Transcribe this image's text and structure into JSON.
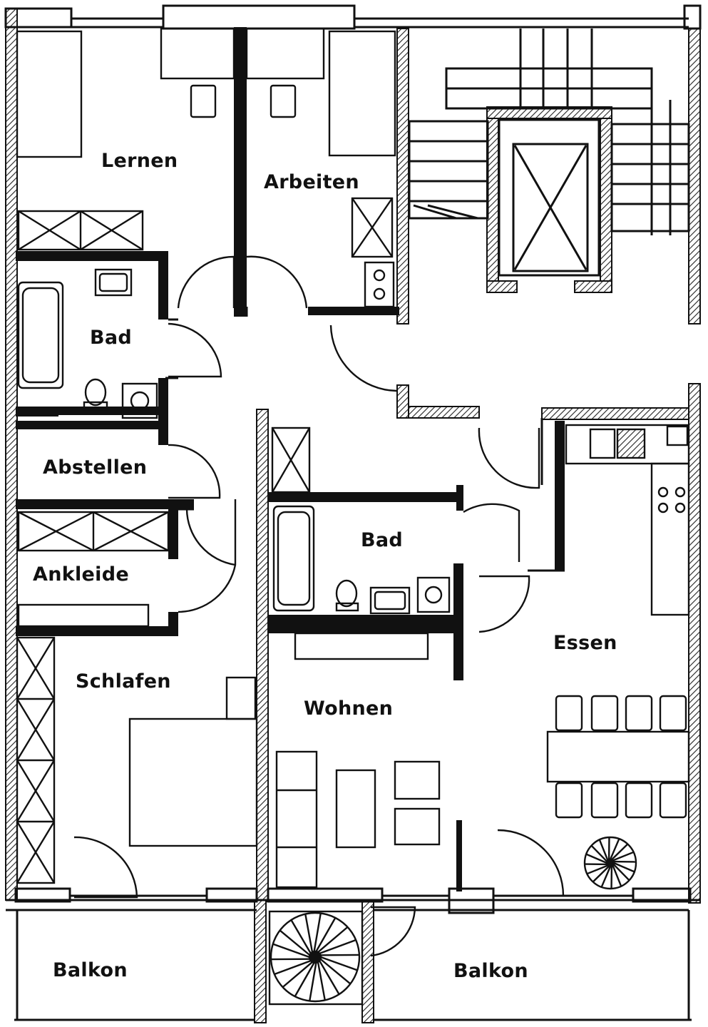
{
  "colors": {
    "ink": "#111111",
    "paper": "#ffffff",
    "hatch": "#222222"
  },
  "rooms": {
    "lernen": "Lernen",
    "arbeiten": "Arbeiten",
    "bad_left": "Bad",
    "abstellen": "Abstellen",
    "ankleide": "Ankleide",
    "schlafen": "Schlafen",
    "bad_center": "Bad",
    "wohnen": "Wohnen",
    "essen": "Essen",
    "balkon_left": "Balkon",
    "balkon_right": "Balkon"
  },
  "icons": [
    "spiral-staircase-icon",
    "elevator-icon",
    "bathtub-icon",
    "toilet-icon",
    "sink-icon",
    "washing-machine-icon",
    "stove-icon",
    "door-swing-icon"
  ]
}
